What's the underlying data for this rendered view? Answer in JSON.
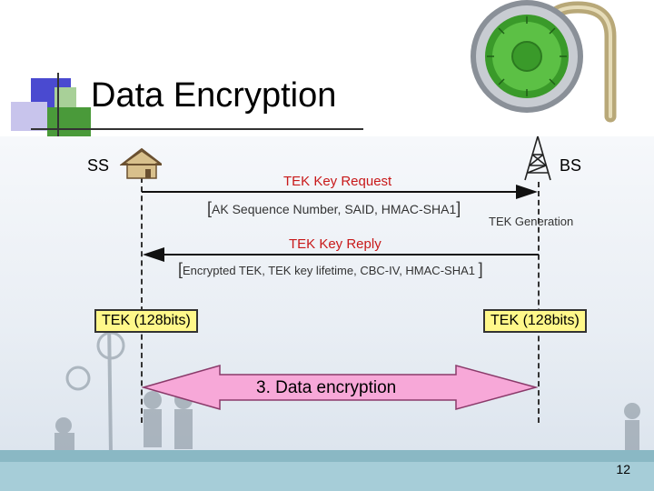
{
  "slide": {
    "title": "Data Encryption",
    "page_number": "12"
  },
  "diagram": {
    "ss_label": "SS",
    "bs_label": "BS",
    "request": {
      "label": "TEK Key Request",
      "params_open": "[",
      "params": "AK Sequence Number, SAID, HMAC-SHA1",
      "params_close": "]"
    },
    "generation_label": "TEK Generation",
    "reply": {
      "label": "TEK Key Reply",
      "params_open": "[",
      "params": "Encrypted TEK, TEK key lifetime, CBC-IV, HMAC-SHA1",
      "params_close": "]"
    },
    "ss_key_label": "TEK (128bits)",
    "bs_key_label": "TEK (128bits)",
    "encryption_label": "3. Data encryption"
  },
  "colors": {
    "accent_blue": "#4040c8",
    "accent_green": "#3a8f3a",
    "label_red": "#c8191a",
    "key_box": "#fff88a",
    "encryption_arrow": "#f7a8d8",
    "footer": "#a6cdd8"
  },
  "icons": [
    "padlock-icon",
    "house-icon",
    "radio-tower-icon"
  ]
}
